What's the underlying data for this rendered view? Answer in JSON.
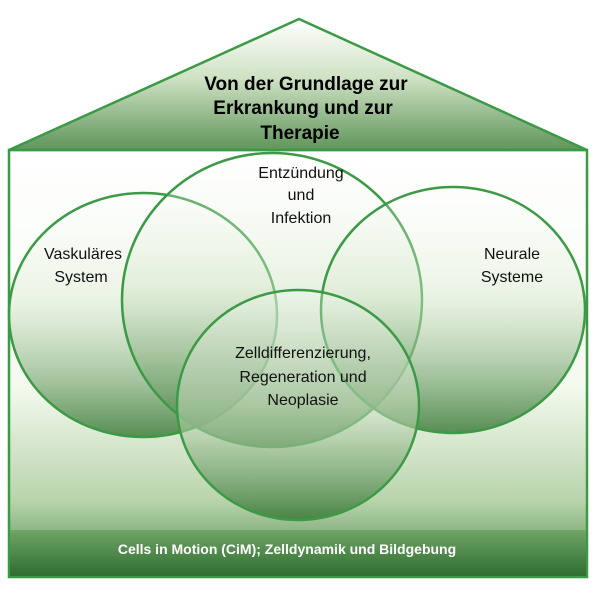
{
  "roof": {
    "title_lines": [
      "Von der Grundlage zur",
      "Erkrankung und zur",
      "Therapie"
    ]
  },
  "circles": {
    "inflammation": {
      "label_lines": [
        "Entzündung",
        "und",
        "Infektion"
      ]
    },
    "vascular": {
      "label_lines": [
        "Vaskuläres",
        "System"
      ]
    },
    "neural": {
      "label_lines": [
        "Neurale",
        "Systeme"
      ]
    },
    "differentiation": {
      "label_lines": [
        "Zelldifferenzierung,",
        "Regeneration und",
        "Neoplasie"
      ]
    }
  },
  "footer": {
    "label": "Cells in Motion (CiM); Zelldynamik und Bildgebung"
  },
  "colors": {
    "outline_green": "#3c9a46",
    "dark_green": "#3f7d3c",
    "light_green": "#eef7e6"
  }
}
